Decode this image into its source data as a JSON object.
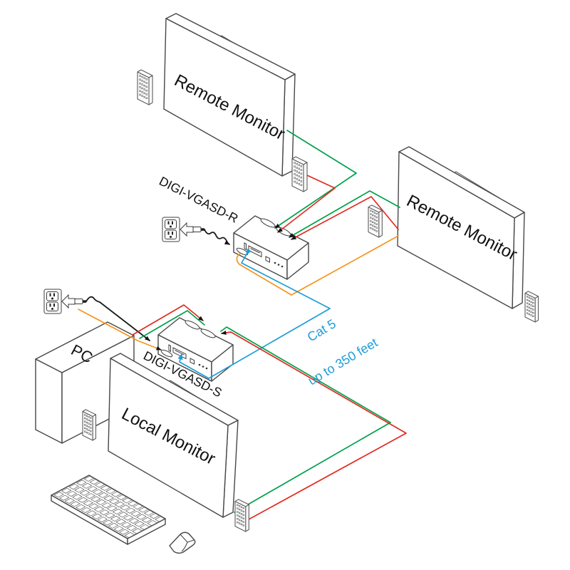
{
  "labels": {
    "remote_monitor_top": "Remote Monitor",
    "remote_monitor_right": "Remote Monitor",
    "local_monitor": "Local Monitor",
    "pc": "PC",
    "receiver": "DIGI-VGASD-R",
    "sender": "DIGI-VGASD-S",
    "cat5_line1": "Cat 5",
    "cat5_line2": "up to 350 feet"
  },
  "colors": {
    "video": "#00A14B",
    "audio": "#E02B20",
    "serial": "#F7941E",
    "cat5": "#1E9CD7",
    "power": "#1A1A1A"
  }
}
